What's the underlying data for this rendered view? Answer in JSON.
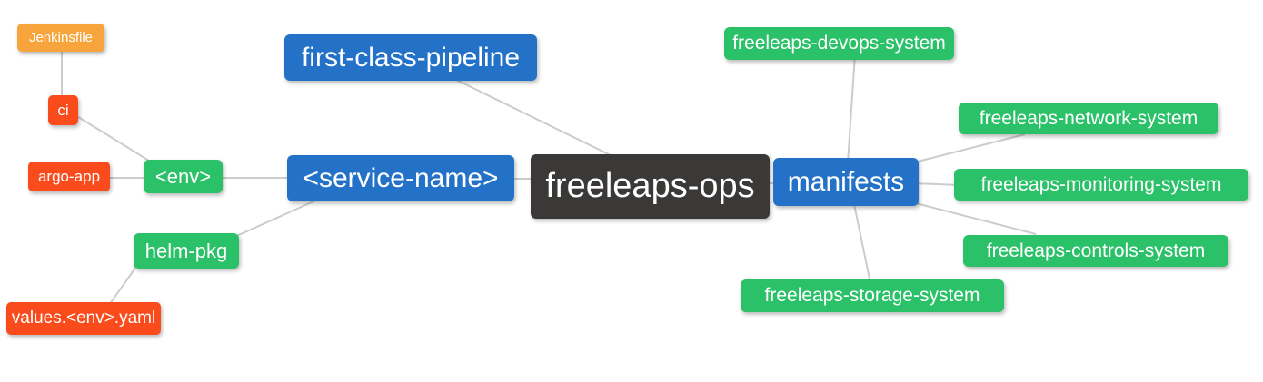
{
  "diagram": {
    "type": "mindmap",
    "root": "freeleaps-ops",
    "palette": {
      "level0_dark": "#3b3938",
      "level1_blue": "#2372c8",
      "level2_green": "#2bc169",
      "leaf_red": "#fa4b1d",
      "leaf_orange": "#f8a43c",
      "connector_gray": "#cccccc",
      "text_white": "#ffffff",
      "background": "#ffffff"
    },
    "nodes": {
      "freeleaps_ops": {
        "label": "freeleaps-ops",
        "color": "#3b3938"
      },
      "first_class_pipeline": {
        "label": "first-class-pipeline",
        "color": "#2372c8"
      },
      "service_name": {
        "label": "<service-name>",
        "color": "#2372c8"
      },
      "manifests": {
        "label": "manifests",
        "color": "#2372c8"
      },
      "env": {
        "label": "<env>",
        "color": "#2bc169"
      },
      "helm_pkg": {
        "label": "helm-pkg",
        "color": "#2bc169"
      },
      "ci": {
        "label": "ci",
        "color": "#fa4b1d"
      },
      "argo_app": {
        "label": "argo-app",
        "color": "#fa4b1d"
      },
      "jenkinsfile": {
        "label": "Jenkinsfile",
        "color": "#f8a43c"
      },
      "values_env_yaml": {
        "label": "values.<env>.yaml",
        "color": "#fa4b1d"
      },
      "devops_system": {
        "label": "freeleaps-devops-system",
        "color": "#2bc169"
      },
      "network_system": {
        "label": "freeleaps-network-system",
        "color": "#2bc169"
      },
      "monitoring_system": {
        "label": "freeleaps-monitoring-system",
        "color": "#2bc169"
      },
      "controls_system": {
        "label": "freeleaps-controls-system",
        "color": "#2bc169"
      },
      "storage_system": {
        "label": "freeleaps-storage-system",
        "color": "#2bc169"
      }
    },
    "edges": [
      {
        "from": "freeleaps-ops",
        "to": "first-class-pipeline"
      },
      {
        "from": "freeleaps-ops",
        "to": "<service-name>"
      },
      {
        "from": "freeleaps-ops",
        "to": "manifests"
      },
      {
        "from": "<service-name>",
        "to": "<env>"
      },
      {
        "from": "<service-name>",
        "to": "helm-pkg"
      },
      {
        "from": "<env>",
        "to": "ci"
      },
      {
        "from": "<env>",
        "to": "argo-app"
      },
      {
        "from": "ci",
        "to": "Jenkinsfile"
      },
      {
        "from": "helm-pkg",
        "to": "values.<env>.yaml"
      },
      {
        "from": "manifests",
        "to": "freeleaps-devops-system"
      },
      {
        "from": "manifests",
        "to": "freeleaps-network-system"
      },
      {
        "from": "manifests",
        "to": "freeleaps-monitoring-system"
      },
      {
        "from": "manifests",
        "to": "freeleaps-controls-system"
      },
      {
        "from": "manifests",
        "to": "freeleaps-storage-system"
      }
    ]
  }
}
